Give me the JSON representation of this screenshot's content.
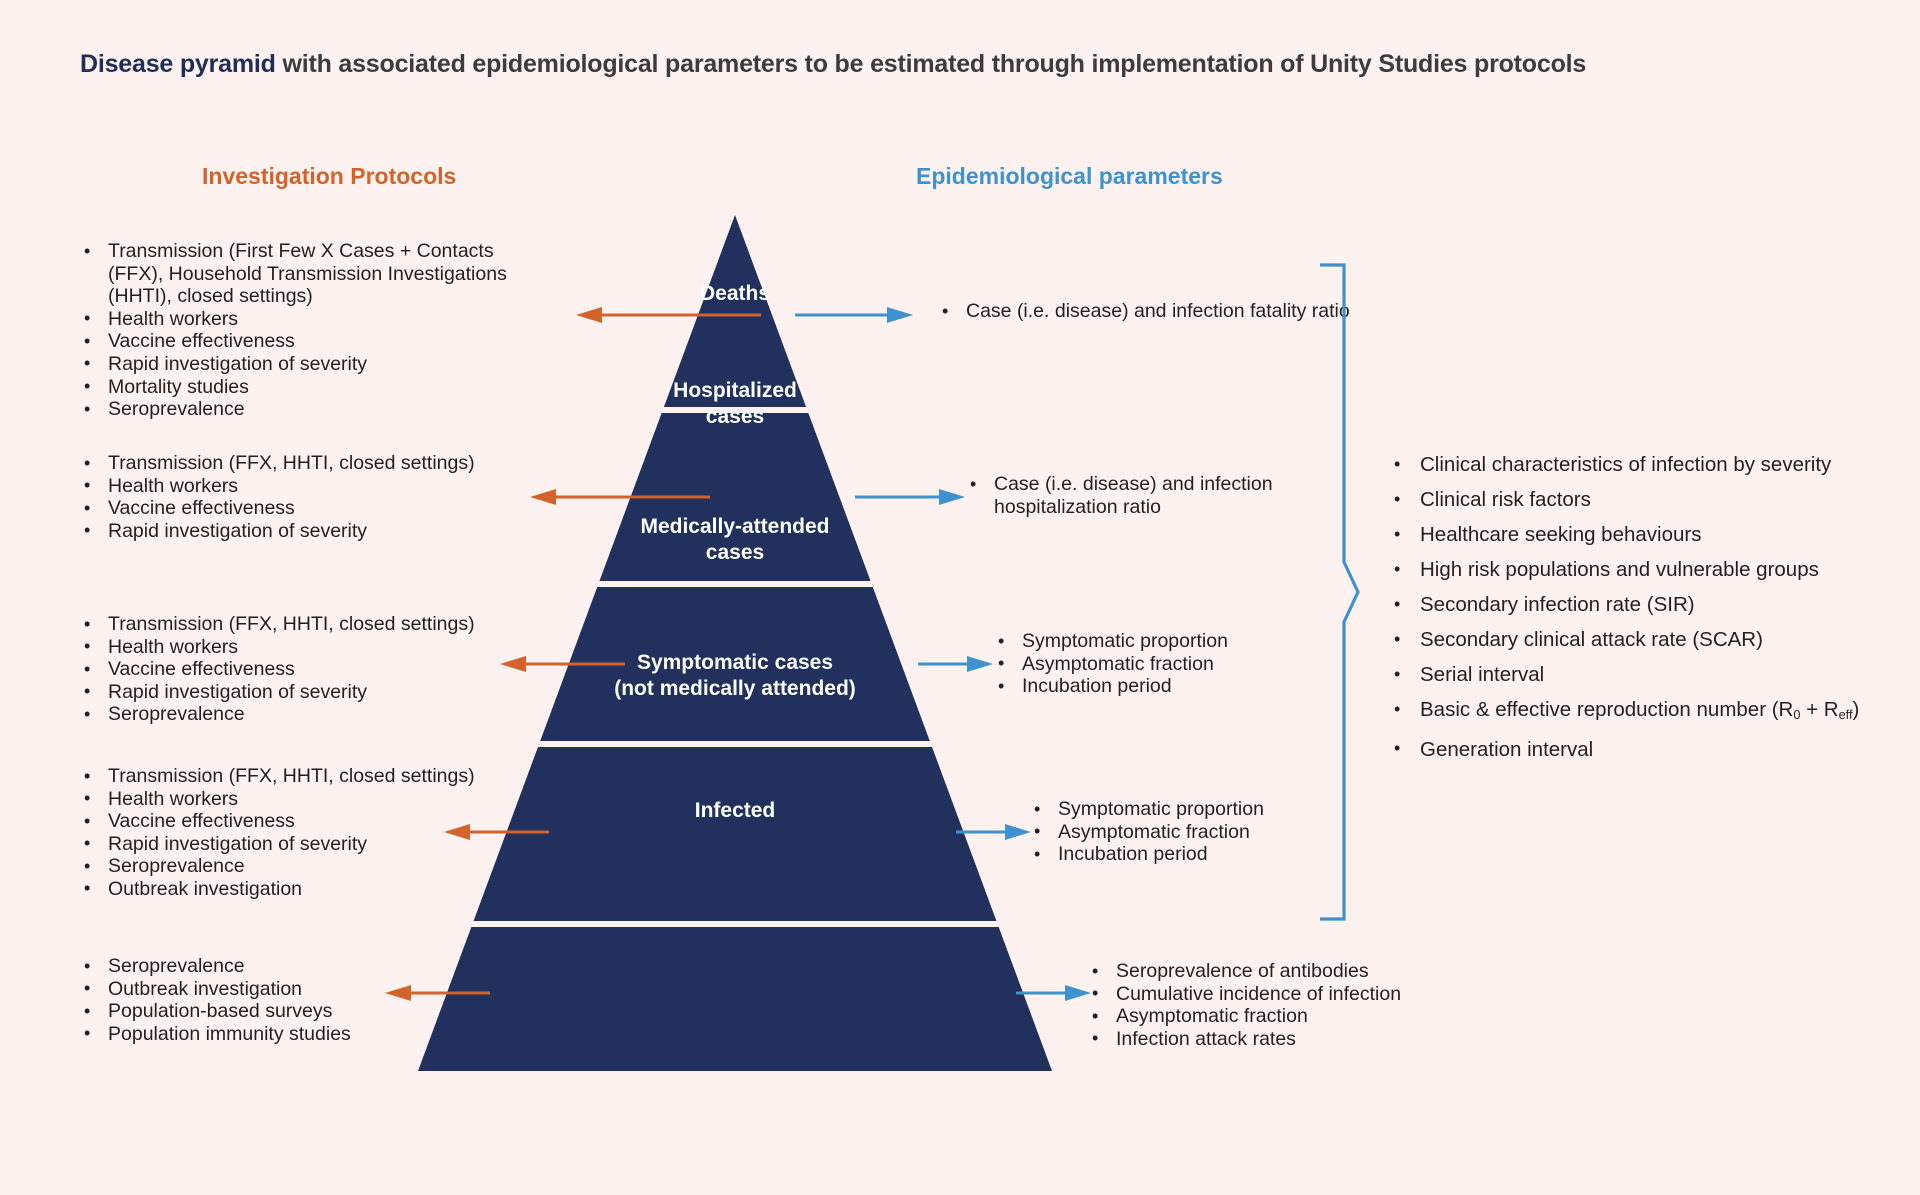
{
  "title": {
    "accent": "Disease pyramid",
    "rest": " with associated epidemiological parameters to be estimated through implementation of Unity Studies protocols"
  },
  "columns": {
    "left_header": "Investigation Protocols",
    "right_header": "Epidemiological parameters"
  },
  "colors": {
    "background": "#fdf2ef",
    "pyramid_navy": "#21305c",
    "orange": "#d4622b",
    "blue": "#3d92cf",
    "title_dark": "#3b3b40",
    "title_accent": "#1f2d59",
    "body_text": "#231f20"
  },
  "pyramid": {
    "levels": [
      {
        "label": "Deaths"
      },
      {
        "label": "Hospitalized\ncases"
      },
      {
        "label": "Medically-attended\ncases"
      },
      {
        "label": "Symptomatic cases\n(not medically attended)"
      },
      {
        "label": "Infected"
      }
    ]
  },
  "investigation_protocols": [
    {
      "level": "Deaths",
      "items": [
        "Transmission (First Few X Cases + Contacts (FFX), Household Transmission Investigations (HHTI), closed settings)",
        "Health workers",
        "Vaccine effectiveness",
        "Rapid investigation of severity",
        "Mortality studies",
        "Seroprevalence"
      ]
    },
    {
      "level": "Hospitalized cases",
      "items": [
        "Transmission (FFX, HHTI, closed settings)",
        "Health workers",
        "Vaccine effectiveness",
        "Rapid investigation of severity"
      ]
    },
    {
      "level": "Medically-attended cases",
      "items": [
        "Transmission (FFX, HHTI, closed settings)",
        "Health workers",
        "Vaccine effectiveness",
        "Rapid investigation of severity",
        "Seroprevalence"
      ]
    },
    {
      "level": "Symptomatic cases (not medically attended)",
      "items": [
        "Transmission (FFX, HHTI, closed settings)",
        "Health workers",
        "Vaccine effectiveness",
        "Rapid investigation of severity",
        "Seroprevalence",
        "Outbreak investigation"
      ]
    },
    {
      "level": "Infected",
      "items": [
        "Seroprevalence",
        "Outbreak investigation",
        "Population-based surveys",
        "Population immunity studies"
      ]
    }
  ],
  "epidemiological_parameters": [
    {
      "level": "Deaths",
      "items": [
        "Case (i.e. disease) and infection fatality ratio"
      ]
    },
    {
      "level": "Hospitalized cases",
      "items": [
        "Case (i.e. disease) and infection hospitalization ratio"
      ]
    },
    {
      "level": "Medically-attended cases",
      "items": [
        "Symptomatic proportion",
        "Asymptomatic fraction",
        "Incubation period"
      ]
    },
    {
      "level": "Symptomatic cases (not medically attended)",
      "items": [
        "Symptomatic proportion",
        "Asymptomatic fraction",
        "Incubation period"
      ]
    },
    {
      "level": "Infected",
      "items": [
        "Seroprevalence of antibodies",
        "Cumulative incidence of infection",
        "Asymptomatic fraction",
        "Infection attack rates"
      ]
    }
  ],
  "cross_cutting_parameters": [
    "Clinical characteristics of infection by severity",
    "Clinical risk factors",
    "Healthcare seeking behaviours",
    "High risk populations and vulnerable groups",
    "Secondary infection rate (SIR)",
    "Secondary clinical attack rate (SCAR)",
    "Serial interval",
    "Basic &amp; effective reproduction number (R<sub>0</sub> + R<sub>eff</sub>)",
    "Generation interval"
  ]
}
